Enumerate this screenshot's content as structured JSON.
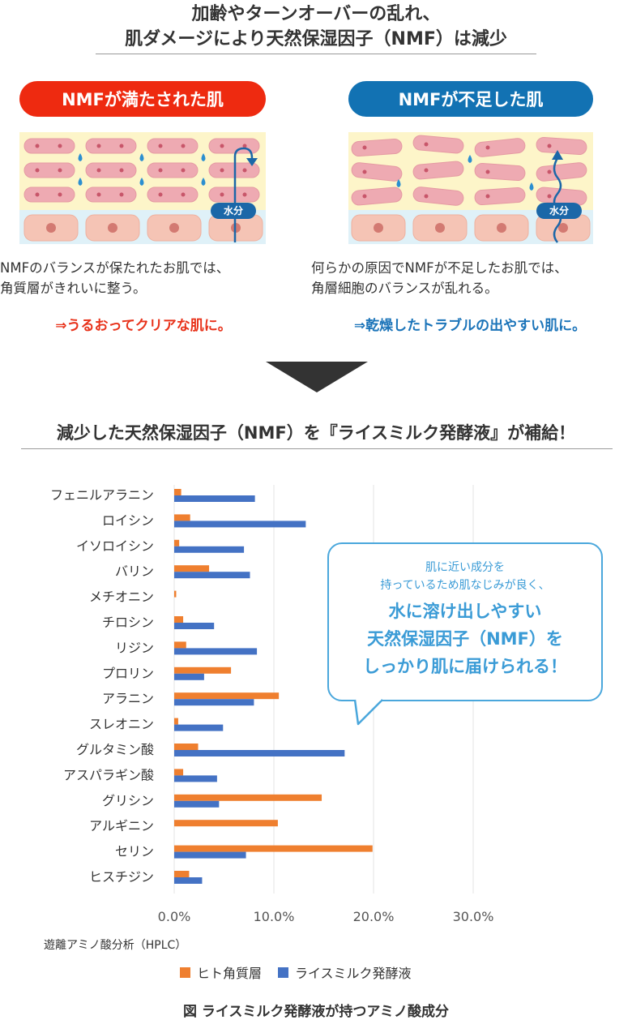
{
  "header": {
    "title_line1": "加齢やターンオーバーの乱れ、",
    "title_line2": "肌ダメージにより天然保湿因子（NMF）は減少"
  },
  "left_panel": {
    "pill": "NMFが満たされた肌",
    "water_label": "水分",
    "desc_line1": "NMFのバランスが保たれたお肌では、",
    "desc_line2": "角質層がきれいに整う。",
    "result": "⇒うるおってクリアな肌に。"
  },
  "right_panel": {
    "pill": "NMFが不足した肌",
    "water_label": "水分",
    "desc_line1": "何らかの原因でNMFが不足したお肌では、",
    "desc_line2": "角層細胞のバランスが乱れる。",
    "result": "⇒乾燥したトラブルの出やすい肌に。"
  },
  "section2": {
    "title": "減少した天然保湿因子（NMF）を『ライスミルク発酵液』が補給！"
  },
  "callout": {
    "small_line1": "肌に近い成分を",
    "small_line2": "持っているため肌なじみが良く、",
    "big_line1": "水に溶け出しやすい",
    "big_line2": "天然保湿因子（NMF）を",
    "big_line3": "しっかり肌に届けられる！"
  },
  "method_caption": "遊離アミノ酸分析（HPLC）",
  "figure_caption": "図 ライスミルク発酵液が持つアミノ酸成分",
  "colors": {
    "human": "#ef7f2f",
    "rice": "#4472c4",
    "red": "#ee2a10",
    "blue": "#1272b3",
    "bubble": "#4aa7dc"
  },
  "chart_data": {
    "type": "bar",
    "orientation": "horizontal",
    "categories": [
      "フェニルアラニン",
      "ロイシン",
      "イソロイシン",
      "バリン",
      "メチオニン",
      "チロシン",
      "リジン",
      "プロリン",
      "アラニン",
      "スレオニン",
      "グルタミン酸",
      "アスパラギン酸",
      "グリシン",
      "アルギニン",
      "セリン",
      "ヒスチジン"
    ],
    "series": [
      {
        "name": "ヒト角質層",
        "values": [
          0.7,
          1.6,
          0.5,
          3.5,
          0.2,
          0.9,
          1.2,
          5.7,
          10.5,
          0.4,
          2.4,
          0.9,
          14.8,
          10.4,
          19.9,
          1.5
        ]
      },
      {
        "name": "ライスミルク発酵液",
        "values": [
          8.1,
          13.2,
          7.0,
          7.6,
          0.0,
          4.0,
          8.3,
          3.0,
          8.0,
          4.9,
          17.1,
          4.3,
          4.5,
          0.0,
          7.2,
          2.8
        ]
      }
    ],
    "xlim": [
      0,
      30
    ],
    "xticks": [
      "0.0%",
      "10.0%",
      "20.0%",
      "30.0%"
    ],
    "xtick_values": [
      0,
      10,
      20,
      30
    ],
    "grid": true,
    "legend": "bottom"
  }
}
